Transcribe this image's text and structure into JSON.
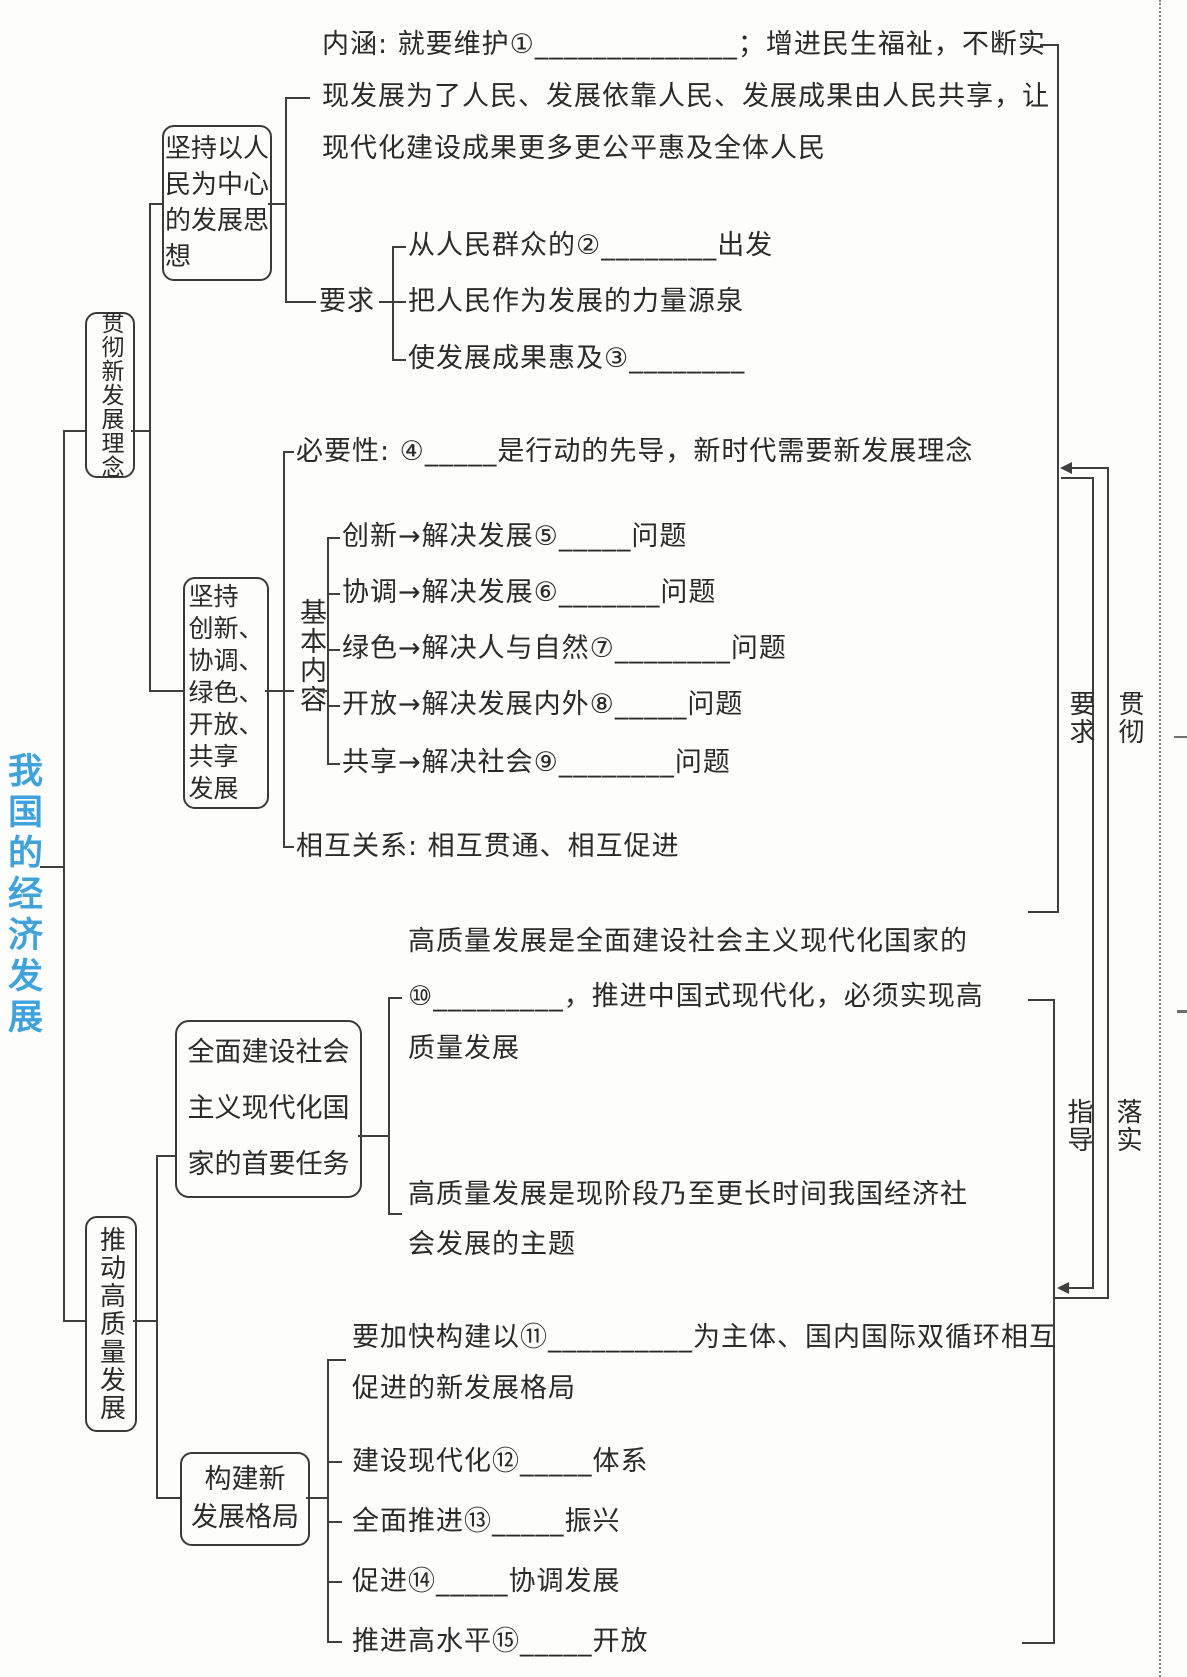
{
  "root": {
    "label": "我国的经济发展",
    "color": "#3fa2db"
  },
  "branch1": {
    "label": "贯彻新发展理念",
    "people_centered": {
      "box_lines": [
        "坚持以人",
        "民为中心",
        "的发展思",
        "想"
      ],
      "connotation": {
        "lines": [
          "内涵: 就要维护①______________；增进民生福祉，不断实",
          "现发展为了人民、发展依靠人民、发展成果由人民共享，让",
          "现代化建设成果更多更公平惠及全体人民"
        ]
      },
      "requirements": {
        "label": "要求",
        "items": [
          "从人民群众的②________出发",
          "把人民作为发展的力量源泉",
          "使发展成果惠及③________"
        ]
      }
    },
    "new_concepts": {
      "box_lines": [
        "坚持",
        "创新、",
        "协调、",
        "绿色、",
        "开放、",
        "共享",
        "发展"
      ],
      "necessity": "必要性: ④_____是行动的先导，新时代需要新发展理念",
      "basic_content": {
        "label": "基本内容",
        "items": [
          "创新→解决发展⑤_____问题",
          "协调→解决发展⑥_______问题",
          "绿色→解决人与自然⑦________问题",
          "开放→解决发展内外⑧_____问题",
          "共享→解决社会⑨________问题"
        ]
      },
      "relationship": "相互关系: 相互贯通、相互促进"
    }
  },
  "branch2": {
    "label": "推动高质量发展",
    "primary_task": {
      "box_lines": [
        "全面建设社会",
        "主义现代化国",
        "家的首要任务"
      ],
      "point1": {
        "lines": [
          "高质量发展是全面建设社会主义现代化国家的",
          "⑩_________，推进中国式现代化，必须实现高",
          "质量发展"
        ]
      },
      "point2": {
        "lines": [
          "高质量发展是现阶段乃至更长时间我国经济社",
          "会发展的主题"
        ]
      }
    },
    "new_pattern": {
      "box_lines": [
        "构建新",
        "发展格局"
      ],
      "point1": {
        "lines": [
          "要加快构建以⑪__________为主体、国内国际双循环相互",
          "促进的新发展格局"
        ]
      },
      "items": [
        "建设现代化⑫_____体系",
        "全面推进⑬_____振兴",
        "促进⑭_____协调发展",
        "推进高水平⑮_____开放"
      ]
    }
  },
  "right_labels": {
    "require": "要求",
    "implement": "贯彻",
    "guide": "指导",
    "fulfill": "落实"
  }
}
